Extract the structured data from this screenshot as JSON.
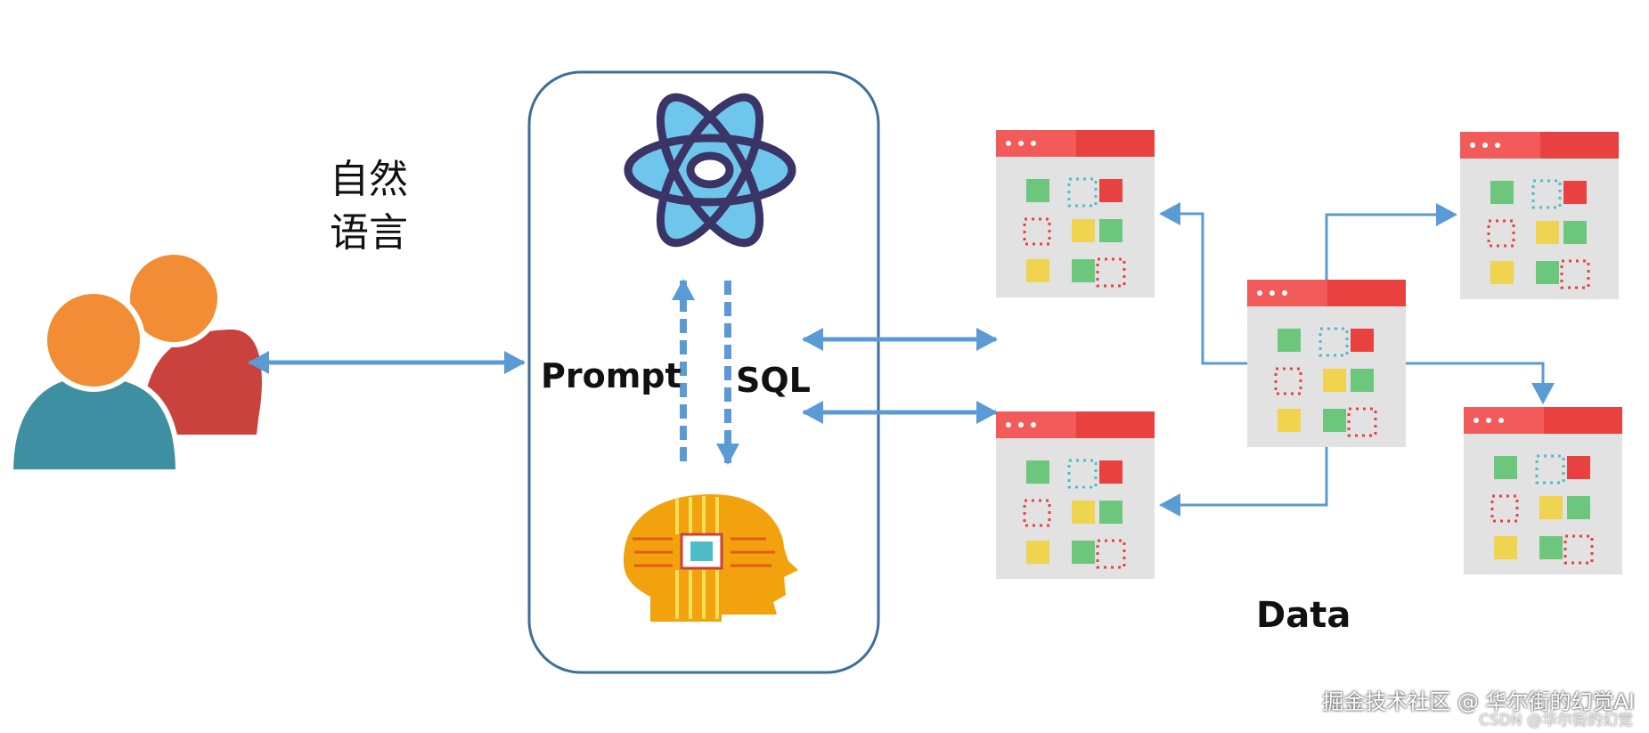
{
  "labels": {
    "natural_language_line1": "自然",
    "natural_language_line2": "语言",
    "prompt": "Prompt",
    "sql": "SQL",
    "data": "Data"
  },
  "watermark": {
    "line1": "掘金技术社区 @ 华尔街的幻觉AI",
    "line2": "CSDN @华尔街的幻觉"
  },
  "icons": {
    "users": "users-icon",
    "atom": "atom-icon",
    "ai_head": "ai-brain-head-icon",
    "table": "data-table-icon"
  },
  "colors": {
    "arrow": "#5b9bd5",
    "box_border": "#3d6f99",
    "table_header": "#e94040",
    "table_body": "#e2e2e2",
    "green": "#6cc77c",
    "yellow": "#f0d34e",
    "red": "#e94040",
    "teal": "#4fbcc9",
    "user_orange": "#f28c35",
    "user_teal": "#3f8fa3",
    "user_red": "#c9423e",
    "atom_fill": "#6ec6ec",
    "atom_ring": "#3b3466",
    "head_orange": "#f2a20c"
  }
}
